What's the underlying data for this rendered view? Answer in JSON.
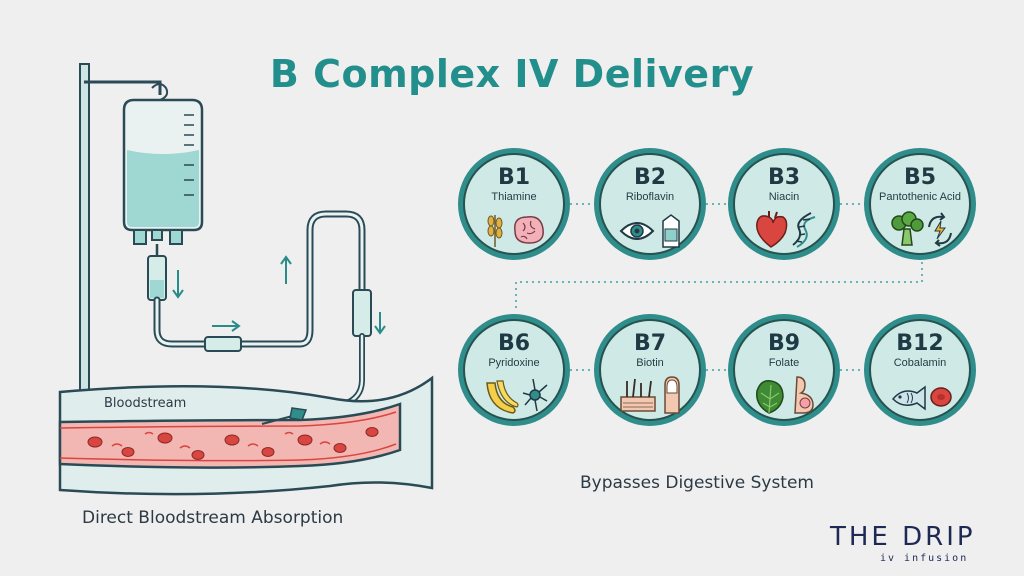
{
  "title": "B Complex IV Delivery",
  "left_caption": "Direct Bloodstream Absorption",
  "bloodstream_label": "Bloodstream",
  "right_caption": "Bypasses Digestive System",
  "logo": {
    "main": "THE DRIP",
    "sub": "iv infusion"
  },
  "vitamins": [
    {
      "code": "B1",
      "name": "Thiamine",
      "icons": [
        "wheat-icon",
        "brain-icon"
      ]
    },
    {
      "code": "B2",
      "name": "Riboflavin",
      "icons": [
        "eye-icon",
        "milk-carton-icon"
      ]
    },
    {
      "code": "B3",
      "name": "Niacin",
      "icons": [
        "heart-icon",
        "dna-icon"
      ]
    },
    {
      "code": "B5",
      "name": "Pantothenic Acid",
      "icons": [
        "broccoli-icon",
        "energy-cycle-icon"
      ]
    },
    {
      "code": "B6",
      "name": "Pyridoxine",
      "icons": [
        "banana-icon",
        "neuron-icon"
      ]
    },
    {
      "code": "B7",
      "name": "Biotin",
      "icons": [
        "hair-follicle-icon",
        "fingernail-icon"
      ]
    },
    {
      "code": "B9",
      "name": "Folate",
      "icons": [
        "spinach-leaf-icon",
        "pregnancy-icon"
      ]
    },
    {
      "code": "B12",
      "name": "Cobalamin",
      "icons": [
        "fish-icon",
        "red-blood-cell-icon"
      ]
    }
  ],
  "colors": {
    "teal": "#238f8c",
    "light_teal": "#cfeae6",
    "navy": "#1e2a55",
    "blood": "#d9453f"
  }
}
